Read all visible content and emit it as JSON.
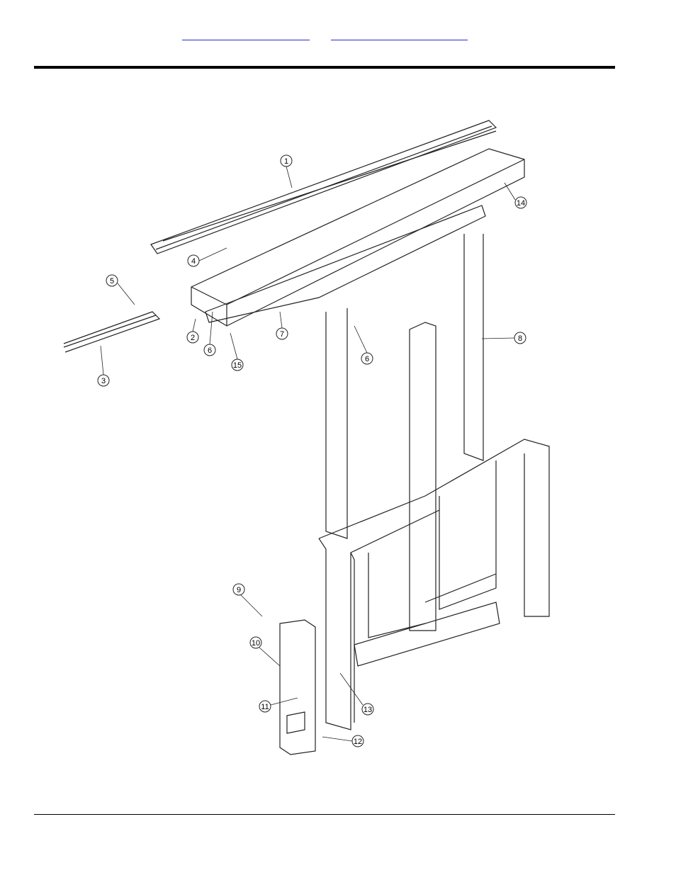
{
  "header": {
    "link_left": "",
    "link_right": ""
  },
  "callouts": [
    "1",
    "2",
    "3",
    "4",
    "5",
    "6",
    "7",
    "6",
    "8",
    "9",
    "10",
    "11",
    "12",
    "13",
    "14",
    "15"
  ]
}
